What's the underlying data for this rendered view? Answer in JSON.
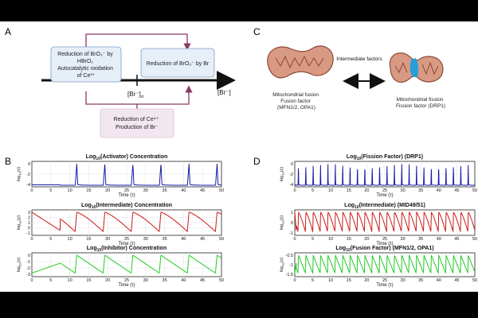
{
  "panel_a": {
    "letter": "A",
    "box_left": {
      "lines": [
        "Reduction of BrO₃⁻ by",
        "HBrO₂",
        "Autocatalytic oxidation",
        "of Ce³⁺"
      ]
    },
    "box_right": {
      "text": "Reduction of BrO₃⁻ by Br"
    },
    "box_bottom": {
      "lines": [
        "Reduction of Ce⁴⁺",
        "Production of Br⁻"
      ]
    },
    "crit_label": "[Br⁻]",
    "crit_sub": "cr",
    "axis_label": "[Br⁻]"
  },
  "panel_b": {
    "letter": "B",
    "x_label": "Time (τ)",
    "x_ticks": [
      "0",
      "5",
      "10",
      "15",
      "20",
      "25",
      "30",
      "35",
      "40",
      "45",
      "50"
    ],
    "plots": [
      {
        "title_pre": "Log",
        "title_sub": "10",
        "title_post": "(Activator) Concentration",
        "ylabel_pre": "log",
        "ylabel_sub": "10",
        "ylabel_post": "(x)",
        "y_ticks": [
          "0",
          "-2",
          "-4"
        ],
        "color": "#1a1aa6"
      },
      {
        "title_pre": "Log",
        "title_sub": "10",
        "title_post": "(Intermediate) Concentration",
        "ylabel_pre": "log",
        "ylabel_sub": "10",
        "ylabel_post": "(y)",
        "y_ticks": [
          "3",
          "2",
          "1",
          "0",
          "-1"
        ],
        "color": "#cc1a1a"
      },
      {
        "title_pre": "Log",
        "title_sub": "10",
        "title_post": "(Inhibitor) Concentration",
        "ylabel_pre": "log",
        "ylabel_sub": "10",
        "ylabel_post": "(z)",
        "y_ticks": [
          "0",
          "-1",
          "-2",
          "-3"
        ],
        "color": "#22cc22"
      }
    ]
  },
  "panel_c": {
    "letter": "C",
    "arrow_label": "Intermediate factors",
    "left_lines": [
      "Mitochondrial fusion",
      "Fusion factor",
      "(MFN1/2, OPA1)"
    ],
    "right_lines": [
      "Mitochondrial fission",
      "Fission factor (DRP1)"
    ],
    "colors": {
      "mito_fill": "#d89a82",
      "mito_stroke": "#8a4a38",
      "drp1": "#2a9ed8"
    }
  },
  "panel_d": {
    "letter": "D",
    "x_label": "Time (τ)",
    "x_ticks": [
      "0",
      "5",
      "10",
      "15",
      "20",
      "25",
      "30",
      "35",
      "40",
      "45",
      "50"
    ],
    "plots": [
      {
        "title_pre": "Log",
        "title_sub": "10",
        "title_post": "(Fission Factor) (DRP1)",
        "ylabel_pre": "log",
        "ylabel_sub": "10",
        "ylabel_post": "(x)",
        "y_ticks": [
          "0",
          "-2",
          "-4"
        ],
        "color": "#1a1aa6"
      },
      {
        "title_pre": "Log",
        "title_sub": "10",
        "title_post": "(Intermediate) (MID49/51)",
        "ylabel_pre": "log",
        "ylabel_sub": "10",
        "ylabel_post": "(y)",
        "y_ticks": [
          "1",
          "0",
          "-1"
        ],
        "color": "#cc1a1a"
      },
      {
        "title_pre": "Log",
        "title_sub": "10",
        "title_post": "(Fusion Factor) (MFN1/2, OPA1)",
        "ylabel_pre": "log",
        "ylabel_sub": "10",
        "ylabel_post": "(z)",
        "y_ticks": [
          "-0.5",
          "-1",
          "-1.5"
        ],
        "color": "#22cc22"
      }
    ]
  },
  "signal": {
    "b": {
      "period": 7.4,
      "phase": 0.6
    },
    "d": {
      "period": 2.05,
      "phase": 0.5
    }
  }
}
